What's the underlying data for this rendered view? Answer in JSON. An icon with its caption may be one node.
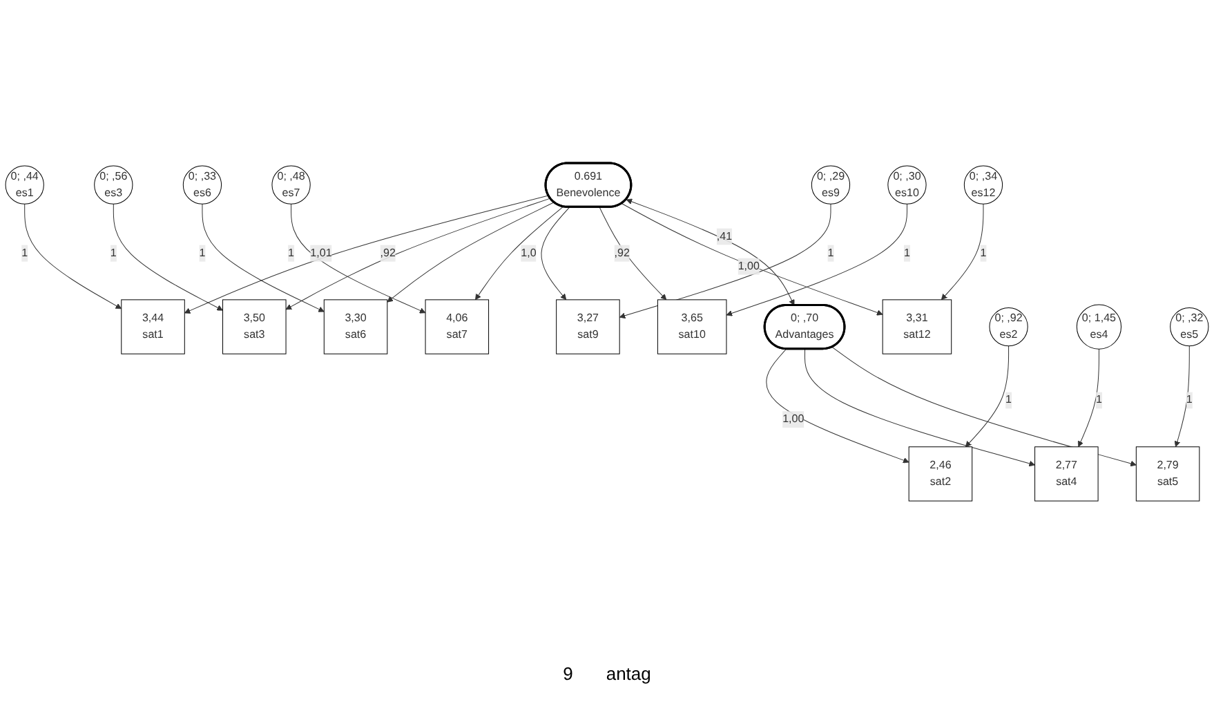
{
  "diagram": {
    "nodes": [
      {
        "text": [
          "0; ,44",
          "es1"
        ]
      },
      {
        "text": [
          "0; ,56",
          "es3"
        ]
      },
      {
        "text": [
          "0; ,33",
          "es6"
        ]
      },
      {
        "text": [
          "0; ,48",
          "es7"
        ]
      },
      {
        "text": [
          "0; ,29",
          "es9"
        ]
      },
      {
        "text": [
          "0; ,30",
          "es10"
        ]
      },
      {
        "text": [
          "0; ,34",
          "es12"
        ]
      },
      {
        "text": [
          "0; ,92",
          "es2"
        ]
      },
      {
        "text": [
          "0; 1,45",
          "es4"
        ]
      },
      {
        "text": [
          "0; ,32",
          "es5"
        ]
      },
      {
        "text": [
          "3,44",
          "sat1"
        ]
      },
      {
        "text": [
          "3,50",
          "sat3"
        ]
      },
      {
        "text": [
          "3,30",
          "sat6"
        ]
      },
      {
        "text": [
          "4,06",
          "sat7"
        ]
      },
      {
        "text": [
          "3,27",
          "sat9"
        ]
      },
      {
        "text": [
          "3,65",
          "sat10"
        ]
      },
      {
        "text": [
          "3,31",
          "sat12"
        ]
      },
      {
        "text": [
          "2,46",
          "sat2"
        ]
      },
      {
        "text": [
          "2,77",
          "sat4"
        ]
      },
      {
        "text": [
          "2,79",
          "sat5"
        ]
      },
      {
        "text": [
          "0.691",
          "Benevolence"
        ]
      },
      {
        "text": [
          "0; ,70",
          "Advantages"
        ]
      }
    ],
    "edges": [
      {
        "from": 0,
        "to": 10,
        "arrow": "to",
        "label": "1"
      },
      {
        "from": 1,
        "to": 11,
        "arrow": "to",
        "label": "1"
      },
      {
        "from": 2,
        "to": 12,
        "arrow": "to",
        "label": "1"
      },
      {
        "from": 3,
        "to": 13,
        "arrow": "to",
        "label": "1"
      },
      {
        "from": 4,
        "to": 14,
        "arrow": "to",
        "label": "1"
      },
      {
        "from": 5,
        "to": 15,
        "arrow": "to",
        "label": "1"
      },
      {
        "from": 6,
        "to": 16,
        "arrow": "to",
        "label": "1"
      },
      {
        "from": 7,
        "to": 17,
        "arrow": "to",
        "label": "1"
      },
      {
        "from": 8,
        "to": 18,
        "arrow": "to",
        "label": "1"
      },
      {
        "from": 9,
        "to": 19,
        "arrow": "to",
        "label": "1"
      },
      {
        "from": 20,
        "to": 10,
        "arrow": "to",
        "label": "1,01"
      },
      {
        "from": 20,
        "to": 11,
        "arrow": "to",
        "label": ",92"
      },
      {
        "from": 20,
        "to": 12,
        "arrow": "to"
      },
      {
        "from": 20,
        "to": 13,
        "arrow": "to"
      },
      {
        "from": 20,
        "to": 14,
        "arrow": "to",
        "label": "1,0"
      },
      {
        "from": 20,
        "to": 15,
        "arrow": "to",
        "label": ",92"
      },
      {
        "from": 20,
        "to": 16,
        "arrow": "to",
        "label": "1,00"
      },
      {
        "from": 21,
        "to": 17,
        "arrow": "to",
        "label": "1,00"
      },
      {
        "from": 21,
        "to": 18,
        "arrow": "to"
      },
      {
        "from": 21,
        "to": 19,
        "arrow": "to"
      },
      {
        "from": 20,
        "to": 21,
        "arrow": "both",
        "label": ",41"
      }
    ],
    "labels": [
      "9",
      "antag"
    ]
  }
}
